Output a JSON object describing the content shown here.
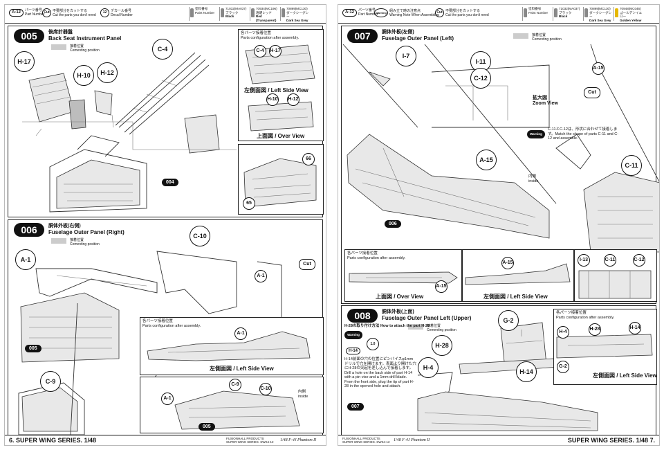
{
  "header_left": {
    "part_badge": "A-12",
    "part_jp": "パーツ番号",
    "part_en": "Part Number",
    "cut_badge": "Cut",
    "cut_jp": "不要部分をカットする",
    "cut_en": "Cut the parts you don't need",
    "decal_badge": "12",
    "decal_jp": "デカール番号",
    "decal_en": "Decal Number"
  },
  "header_right": {
    "part_badge": "A-12",
    "part_jp": "パーツ番号",
    "part_en": "Part Number",
    "warn_badge": "Warning",
    "warn_jp": "組み立て時の注意点",
    "warn_en": "Warning Note When Assembling",
    "cut_badge": "Cut",
    "cut_jp": "不要部分をカットする",
    "cut_en": "Cut the parts you don't need"
  },
  "paints_left": [
    {
      "l1": "塗料番号",
      "l2": "Paint Number",
      "l3": ""
    },
    {
      "l1": "71032(MA037)",
      "l2": "ブラック",
      "l3": "Black"
    },
    {
      "l1": "70934(MC196)",
      "l2": "透明レッド",
      "l3": "Red (Transparent)"
    },
    {
      "l1": "70899(MC130)",
      "l2": "ダークシーグレー",
      "l3": "Dark Sea Grey"
    }
  ],
  "paints_right": [
    {
      "l1": "塗料番号",
      "l2": "Paint Number",
      "l3": ""
    },
    {
      "l1": "71032(MA037)",
      "l2": "ブラック",
      "l3": "Black"
    },
    {
      "l1": "70899(MC130)",
      "l2": "ダークシーグレー",
      "l3": "Dark Sea Grey"
    },
    {
      "l1": "70948(MC046)",
      "l2": "ゴールデンイエロー",
      "l3": "Golden Yellow"
    }
  ],
  "sections": {
    "s005": {
      "num": "005",
      "jp": "後席計器盤",
      "en": "Back Seat Instrument Panel"
    },
    "s006": {
      "num": "006",
      "jp": "胴体外板(右側)",
      "en": "Fuselage Outer Panel (Right)"
    },
    "s007": {
      "num": "007",
      "jp": "胴体外板(左側)",
      "en": "Fuselage Outer Panel (Left)"
    },
    "s008": {
      "num": "008",
      "jp": "胴体外板(上面)",
      "en": "Fuselage Outer Panel Left (Upper)"
    }
  },
  "legend": {
    "jp": "接着位置",
    "en": "Cementing position"
  },
  "parts": {
    "h17": "H-17",
    "h10": "H-10",
    "h12": "H-12",
    "c4": "C-4",
    "a1": "A-1",
    "c10": "C-10",
    "c9": "C-9",
    "i7": "I-7",
    "i11": "I-11",
    "c12": "C-12",
    "a15": "A-15",
    "c11": "C-11",
    "i13": "I-13",
    "g2": "G-2",
    "h28": "H-28",
    "h4": "H-4",
    "h14": "H-14"
  },
  "decals": {
    "d66": "66",
    "d65": "65"
  },
  "assembly_refs": {
    "a004": "004",
    "a005": "005",
    "a006": "006",
    "a007": "007"
  },
  "insets": {
    "parts_config_jp": "各パーツ接着位置",
    "parts_config_en": "Parts configuration after assembly.",
    "left_side_view": "左側面図 / Left Side View",
    "over_view": "上面図 / Over View",
    "zoom_jp": "拡大図",
    "zoom_en": "Zoom View",
    "inside_jp": "内側",
    "inside_en": "inside"
  },
  "cut_label": "Cut",
  "warning_label": "Warning",
  "notes": {
    "c11_note": "C-11とC-12は、形状に合わせて接着します。Match the shape of parts C-11 and C-12 and assemble.",
    "h28_title_jp": "H-28の取り付け方法",
    "h28_title_en": "How to attach the part H-28",
    "h28_jp": "H-14前面の穴の位置にピンバイスφ1mmドリルで穴を開けます。表面より開けた穴にH-28の突起を差し込んで接着します。",
    "h28_en": "Drill a hole on the back side of part H-14 with a pin vise and a 1mm drill blade. From the front side, plug the tip of part H-28 in the opened hole and attach.",
    "drill": "1.0"
  },
  "footer": {
    "left_page": "6.",
    "left_series": "SUPER WING SERIES. 1/48",
    "mid1": "FUSIONHALL PRODUCTS",
    "mid2": "SUPER WING SERIES. SWS4-12",
    "product": "1/48 F-4J Phantom II",
    "right_series": "SUPER WING SERIES. 1/48",
    "right_page": "7."
  }
}
